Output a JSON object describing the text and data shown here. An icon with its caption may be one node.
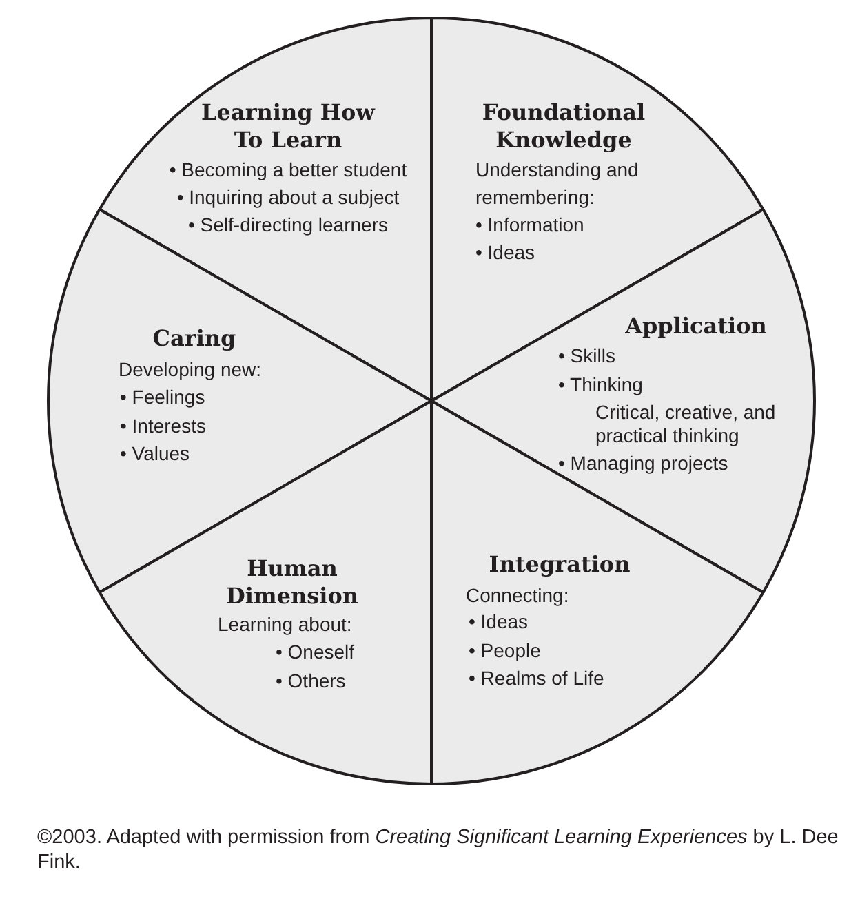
{
  "diagram": {
    "nodes": [
      {
        "text": [
          "Learning How To Learn",
          "• Becoming a better student",
          "• Inquiring about a subject",
          "• Self-directing learners"
        ]
      },
      {
        "text": [
          "Foundational Knowledge",
          "Understanding and remembering:",
          "• Information",
          "• Ideas"
        ]
      },
      {
        "text": [
          "Caring",
          "Developing new:",
          "• Feelings",
          "• Interests",
          "• Values"
        ]
      },
      {
        "text": [
          "Application",
          "• Skills",
          "• Thinking",
          "Critical, creative, and practical thinking",
          "• Managing projects"
        ]
      },
      {
        "text": [
          "Human Dimension",
          "Learning about:",
          "• Oneself",
          "• Others"
        ]
      },
      {
        "text": [
          "Integration",
          "Connecting:",
          "• Ideas",
          "• People",
          "• Realms of Life"
        ]
      }
    ],
    "caption": "©2003. Adapted with permission from *Creating Significant Learning Experiences* by L. Dee Fink."
  }
}
